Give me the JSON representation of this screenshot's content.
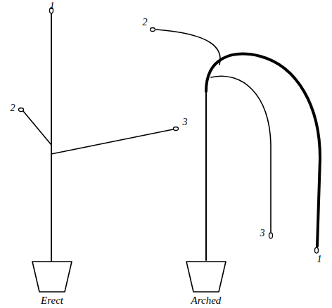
{
  "diagram": {
    "labels": [
      "1",
      "2",
      "3",
      "Erect",
      "2",
      "3",
      "1",
      "Arched"
    ]
  }
}
